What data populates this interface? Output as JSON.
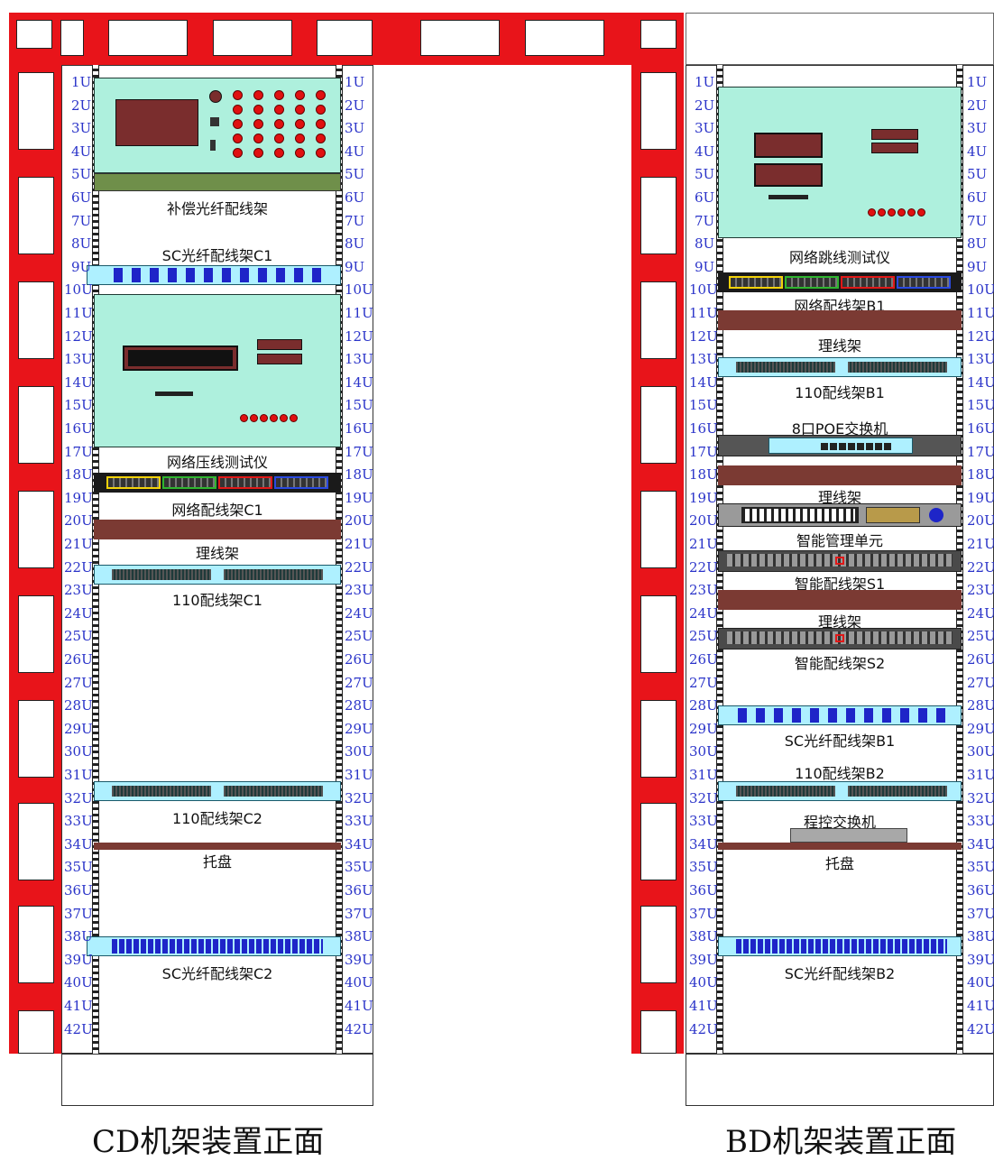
{
  "cd_rack": {
    "caption": "CD机架装置正面",
    "devices": [
      {
        "key": "compensation",
        "label": "补偿光纤配线架"
      },
      {
        "key": "sc_c1",
        "label": "SC光纤配线架C1"
      },
      {
        "key": "net_press",
        "label": "网络压线测试仪"
      },
      {
        "key": "net_patch_c1",
        "label": "网络配线架C1"
      },
      {
        "key": "cable_mgr",
        "label": "理线架"
      },
      {
        "key": "p110_c1",
        "label": "110配线架C1"
      },
      {
        "key": "p110_c2",
        "label": "110配线架C2"
      },
      {
        "key": "tray",
        "label": "托盘"
      },
      {
        "key": "sc_c2",
        "label": "SC光纤配线架C2"
      }
    ]
  },
  "bd_rack": {
    "caption": "BD机架装置正面",
    "devices": [
      {
        "key": "net_jump",
        "label": "网络跳线测试仪"
      },
      {
        "key": "net_patch_b1",
        "label": "网络配线架B1"
      },
      {
        "key": "cable_mgr1",
        "label": "理线架"
      },
      {
        "key": "p110_b1",
        "label": "110配线架B1"
      },
      {
        "key": "poe",
        "label": "8口POE交换机"
      },
      {
        "key": "cable_mgr2",
        "label": "理线架"
      },
      {
        "key": "smart_unit",
        "label": "智能管理单元"
      },
      {
        "key": "smart_s1",
        "label": "智能配线架S1"
      },
      {
        "key": "cable_mgr3",
        "label": "理线架"
      },
      {
        "key": "smart_s2",
        "label": "智能配线架S2"
      },
      {
        "key": "sc_b1",
        "label": "SC光纤配线架B1"
      },
      {
        "key": "p110_b2",
        "label": "110配线架B2"
      },
      {
        "key": "pbx",
        "label": "程控交换机"
      },
      {
        "key": "tray",
        "label": "托盘"
      },
      {
        "key": "sc_b2",
        "label": "SC光纤配线架B2"
      }
    ]
  },
  "u_labels": [
    "1U",
    "2U",
    "3U",
    "4U",
    "5U",
    "6U",
    "7U",
    "8U",
    "9U",
    "10U",
    "11U",
    "12U",
    "13U",
    "14U",
    "15U",
    "16U",
    "17U",
    "18U",
    "19U",
    "20U",
    "21U",
    "22U",
    "23U",
    "24U",
    "25U",
    "26U",
    "27U",
    "28U",
    "29U",
    "30U",
    "31U",
    "32U",
    "33U",
    "34U",
    "35U",
    "36U",
    "37U",
    "38U",
    "39U",
    "40U",
    "41U",
    "42U"
  ],
  "colors": {
    "frame": "#e8141a",
    "unit_label": "#2b34c9",
    "device_cyan": "#aef0dd",
    "cable_manager": "#7b3a33"
  }
}
